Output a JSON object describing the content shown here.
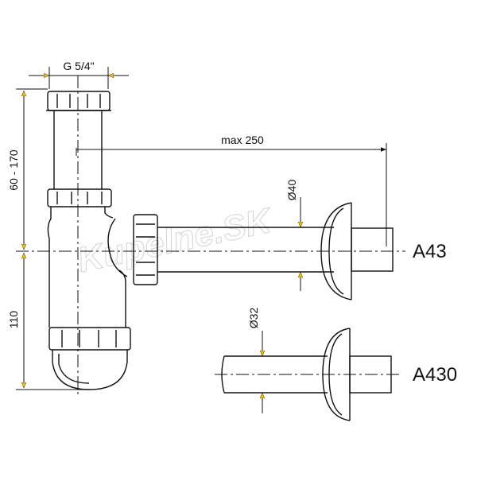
{
  "dimensions": {
    "thread": "G 5/4\"",
    "max_length": "max 250",
    "height_range": "60 - 170",
    "lower_height": "110",
    "diameter_a43": "Ø40",
    "diameter_a430": "Ø32"
  },
  "models": {
    "upper": "A43",
    "lower": "A430"
  },
  "watermark": "Kupelne.SK",
  "colors": {
    "line": "#111111",
    "arrow": "#f2c200",
    "centerline": "#111111",
    "watermark": "#d4d4d4"
  }
}
